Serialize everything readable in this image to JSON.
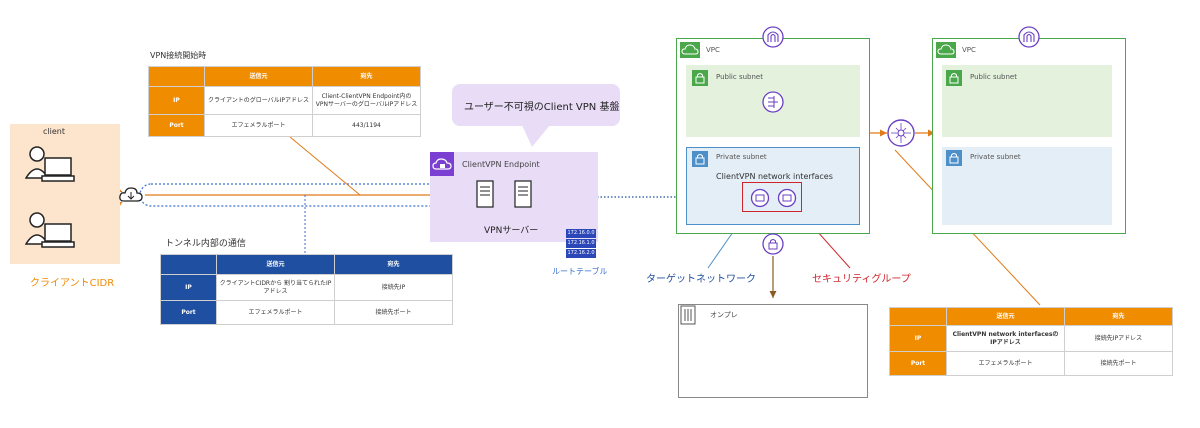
{
  "client": {
    "label": "client",
    "cidr_label": "クライアントCIDR"
  },
  "vpn_start": {
    "title": "VPN接続開始時",
    "headers": [
      "",
      "送信元",
      "宛先"
    ],
    "rows": [
      [
        "IP",
        "クライアントのグローバルIPアドレス",
        "Client-ClientVPN Endpoint内の VPNサーバーのグローバルIPアドレス"
      ],
      [
        "Port",
        "エフェメラルポート",
        "443/1194"
      ]
    ]
  },
  "tunnel": {
    "title": "トンネル内部の通信",
    "headers": [
      "",
      "送信元",
      "宛先"
    ],
    "rows": [
      [
        "IP",
        "クライアントCIDRから 割り当てられたIPアドレス",
        "接続先IP"
      ],
      [
        "Port",
        "エフェメラルポート",
        "接続先ポート"
      ]
    ]
  },
  "callout": {
    "text": "ユーザー不可視のClient VPN 基盤"
  },
  "endpoint": {
    "title": "ClientVPN Endpoint",
    "server_label": "VPNサーバー"
  },
  "route_table": {
    "label": "ルートテーブル",
    "entries": [
      "172.16.0.0",
      "172.16.1.0",
      "172.16.2.0"
    ]
  },
  "vpc1": {
    "label": "VPC",
    "public_subnet": "Public subnet",
    "private_subnet": "Private subnet",
    "eni_label": "ClientVPN network interfaces"
  },
  "vpc2": {
    "label": "VPC",
    "public_subnet": "Public subnet",
    "private_subnet": "Private subnet"
  },
  "target_network": {
    "label": "ターゲットネットワーク"
  },
  "security_group": {
    "label": "セキュリティグループ"
  },
  "onprem": {
    "label": "オンプレ"
  },
  "eni_table": {
    "headers": [
      "",
      "送信元",
      "宛先"
    ],
    "rows": [
      [
        "IP",
        "ClientVPN network interfacesの IPアドレス",
        "接続先IPアドレス"
      ],
      [
        "Port",
        "エフェメラルポート",
        "接続先ポート"
      ]
    ]
  },
  "colors": {
    "orange": "#f08c00",
    "purple": "#7b3fd1",
    "green": "#4aa84a",
    "blue_subnet": "#4d8fc9",
    "red": "#d0262b",
    "navy": "#1f4fa0"
  }
}
